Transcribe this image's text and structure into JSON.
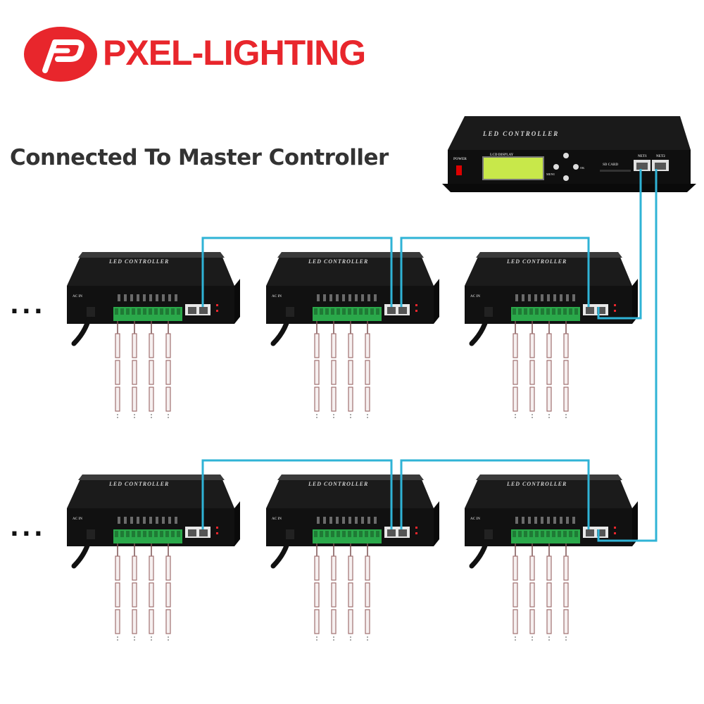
{
  "brand": {
    "name": "PXEL-LIGHTING",
    "accent_color": "#e8262c"
  },
  "heading": "Connected To Master Controller",
  "master": {
    "label": "LED CONTROLLER",
    "display_label": "LCD DISPLAY",
    "power_label": "POWER",
    "menu_label": "MENU",
    "ok_label": "OK",
    "sd_label": "SD CARD",
    "port_labels": [
      "NET1",
      "NET2"
    ]
  },
  "slave": {
    "label": "LED CONTROLLER",
    "power_label": "AC IN"
  },
  "ellipsis": "...",
  "cable_color": "#2fb3d6"
}
